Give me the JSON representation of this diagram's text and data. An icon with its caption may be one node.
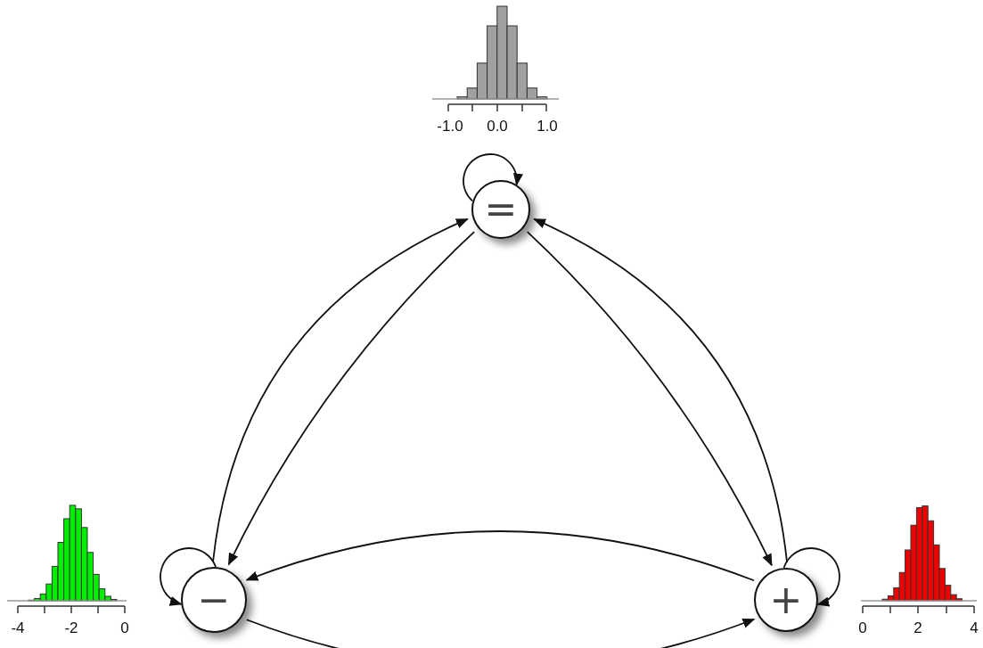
{
  "diagram": {
    "nodes": [
      {
        "text": [
          "="
        ]
      },
      {
        "text": [
          "−"
        ]
      },
      {
        "text": [
          "+"
        ]
      }
    ],
    "edges": [
      {
        "from": 0,
        "to": 0,
        "arrow": "to"
      },
      {
        "from": 1,
        "to": 1,
        "arrow": "to"
      },
      {
        "from": 2,
        "to": 2,
        "arrow": "to"
      },
      {
        "from": 1,
        "to": 0,
        "arrow": "to"
      },
      {
        "from": 0,
        "to": 1,
        "arrow": "to"
      },
      {
        "from": 2,
        "to": 0,
        "arrow": "to"
      },
      {
        "from": 0,
        "to": 2,
        "arrow": "to"
      },
      {
        "from": 2,
        "to": 1,
        "arrow": "to"
      },
      {
        "from": 1,
        "to": 2,
        "arrow": "to"
      }
    ],
    "labels": [
      "-1.0",
      "0.0",
      "1.0",
      "-4",
      "-2",
      "0",
      "0",
      "2",
      "4"
    ]
  }
}
